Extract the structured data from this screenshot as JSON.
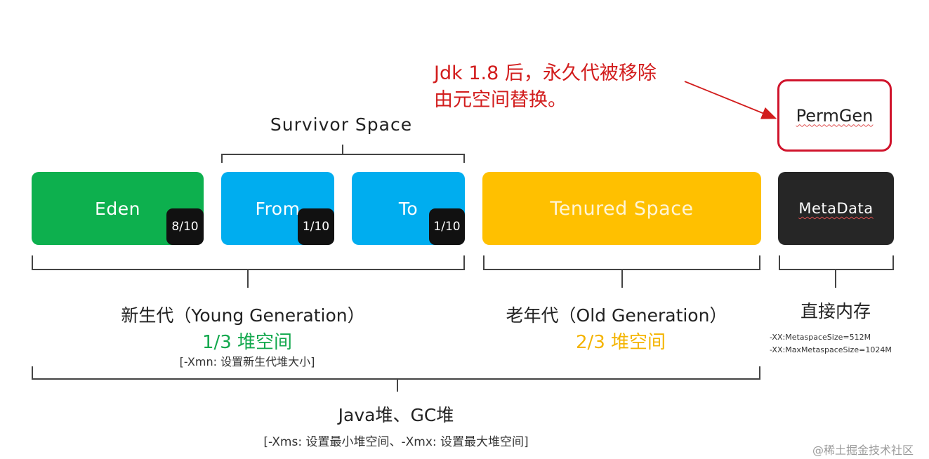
{
  "annotation": {
    "line1": "Jdk 1.8 后，永久代被移除",
    "line2": "由元空间替换。"
  },
  "permgen": "PermGen",
  "survivor_label": "Survivor Space",
  "boxes": {
    "eden": {
      "label": "Eden",
      "ratio": "8/10"
    },
    "from": {
      "label": "From",
      "ratio": "1/10"
    },
    "to": {
      "label": "To",
      "ratio": "1/10"
    },
    "tenured": {
      "label": "Tenured Space"
    },
    "metadata": {
      "label": "MetaData"
    }
  },
  "young": {
    "title": "新生代（Young Generation）",
    "share": "1/3 堆空间",
    "param": "[-Xmn: 设置新生代堆大小]"
  },
  "old": {
    "title": "老年代（Old Generation）",
    "share": "2/3 堆空间"
  },
  "direct": {
    "title": "直接内存",
    "param1": "-XX:MetaspaceSize=512M",
    "param2": "-XX:MaxMetaspaceSize=1024M"
  },
  "heap": {
    "title": "Java堆、GC堆",
    "param": "[-Xms: 设置最小堆空间、-Xmx: 设置最大堆空间]"
  },
  "watermark": "@稀土掘金技术社区",
  "colors": {
    "eden": "#0db04e",
    "survivor": "#00adef",
    "tenured": "#ffc000",
    "metadata": "#262626",
    "annotation": "#d21d1d",
    "young_share": "#12a84d",
    "old_share": "#f4b400"
  }
}
